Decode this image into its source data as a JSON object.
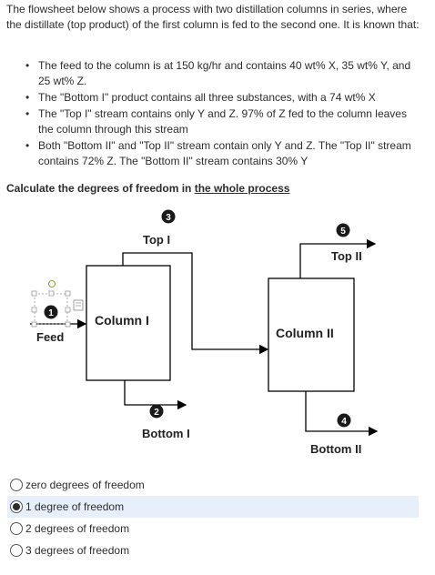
{
  "intro": "The flowsheet below shows a process with two distillation columns in series, where the distillate (top product) of the first column is fed to the second one.  It is known that:",
  "bullets": [
    "The feed to the column is at 150 kg/hr and contains 40 wt% X, 35 wt% Y, and 25 wt% Z.",
    "The \"Bottom I\" product contains all three substances, with a 74 wt% X",
    "The \"Top I\" stream contains only Y and Z.  97% of Z fed to the column leaves the column through this stream",
    "Both \"Bottom II\" and \"Top II\" stream contain only Y and Z.  The \"Top II\" stream contains 72% Z.  The \"Bottom II\" stream contains 30% Y"
  ],
  "question": {
    "prefix": "Calculate the degrees of freedom in ",
    "link": "the whole process"
  },
  "flowsheet": {
    "feed": "Feed",
    "column1": "Column I",
    "column2": "Column II",
    "top1": "Top I",
    "bottom1": "Bottom I",
    "top2": "Top II",
    "bottom2": "Bottom II",
    "n1": "1",
    "n2": "2",
    "n3": "3",
    "n4": "4",
    "n5": "5"
  },
  "options": [
    {
      "label": "zero degrees of freedom",
      "selected": false
    },
    {
      "label": "1 degree of freedom",
      "selected": true
    },
    {
      "label": "2 degrees of freedom",
      "selected": false
    },
    {
      "label": "3 degrees of freedom",
      "selected": false
    }
  ]
}
